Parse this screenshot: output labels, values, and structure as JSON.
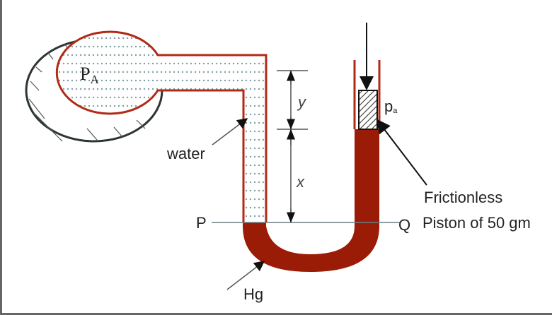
{
  "labels": {
    "pa_vessel": "P",
    "pa_sub": "A",
    "water": "water",
    "y": "y",
    "x": "x",
    "p_atm": "p",
    "p_atm_sub": "a",
    "P": "P",
    "Q": "Q",
    "hg": "Hg",
    "piston_line1": "Frictionless",
    "piston_line2": "Piston of 50 gm"
  },
  "colors": {
    "tube": "#b02a16",
    "mercury": "#9b1c06",
    "wall": "#333333",
    "dim": "#6a7f80"
  }
}
